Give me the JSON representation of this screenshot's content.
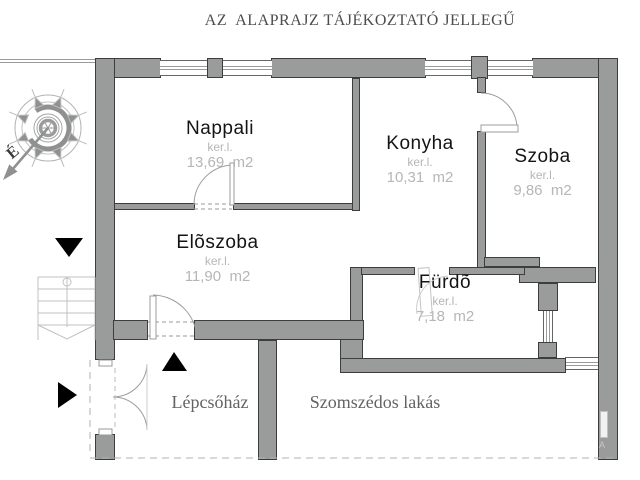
{
  "title": "AZ  ALAPRAJZ TÁJÉKOZTATÓ JELLEGŰ",
  "compass": {
    "north_label": "É"
  },
  "rooms": [
    {
      "id": "nappali",
      "name": "Nappali",
      "area_label": "ker.l.",
      "area": "13,69  m2"
    },
    {
      "id": "konyha",
      "name": "Konyha",
      "area_label": "ker.l.",
      "area": "10,31  m2"
    },
    {
      "id": "szoba",
      "name": "Szoba",
      "area_label": "ker.l.",
      "area": "9,86  m2"
    },
    {
      "id": "eloszoba",
      "name": "Elõszoba",
      "area_label": "ker.l.",
      "area": "11,90  m2"
    },
    {
      "id": "furdo",
      "name": "Fürdõ",
      "area_label": "ker.l.",
      "area": "7,18  m2"
    }
  ],
  "annotations": {
    "stairwell": "Lépcsőház",
    "neighbor": "Szomszédos lakás",
    "wall_marker": "A"
  },
  "colors": {
    "wall_fill": "#9a9c9b",
    "wall_outline": "#3d3d3d",
    "room_name_text": "#141414",
    "area_text": "#b6b6b6",
    "annotation_text": "#636363",
    "title_text": "#4c4c4c",
    "direction_marker": "#000000"
  }
}
